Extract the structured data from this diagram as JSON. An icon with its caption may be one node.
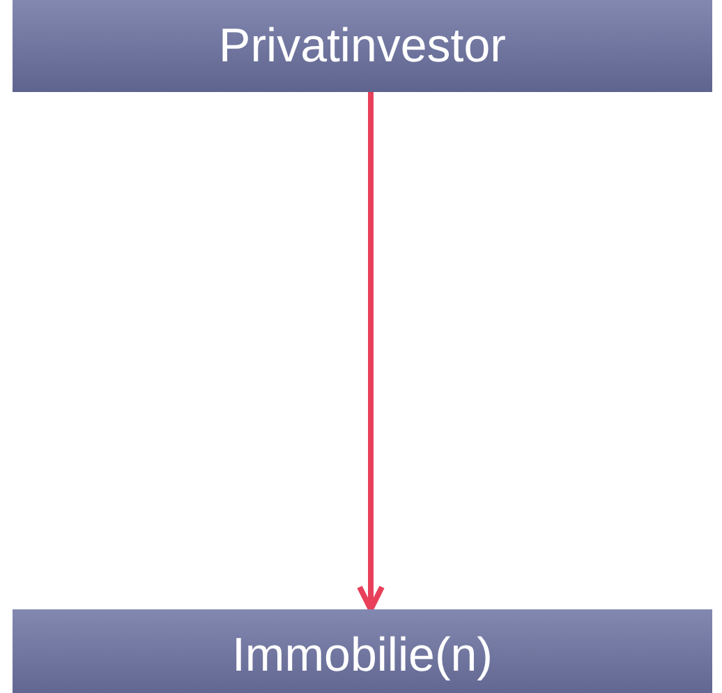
{
  "diagram": {
    "nodes": [
      {
        "text": [
          "Privatinvestor"
        ]
      },
      {
        "text": [
          "Immobilie(n)"
        ]
      }
    ],
    "edges": [
      {
        "from": 0,
        "to": 1,
        "arrow": "to",
        "color": "#e8405a"
      }
    ]
  }
}
